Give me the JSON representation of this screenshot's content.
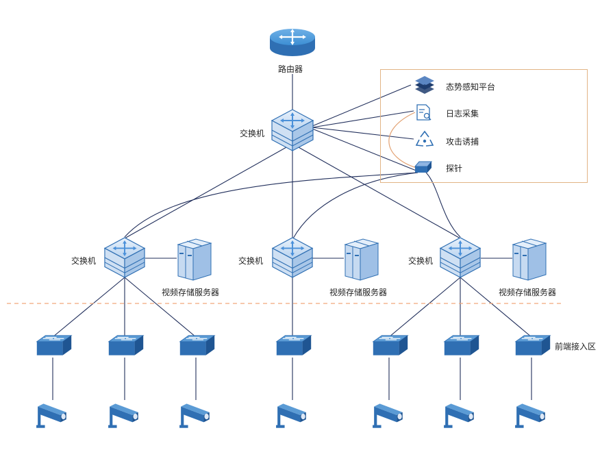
{
  "router": {
    "label": "路由器"
  },
  "core_switch": {
    "label": "交换机"
  },
  "access_groups": [
    {
      "switch_label": "交换机",
      "server_label": "视频存储服务器"
    },
    {
      "switch_label": "交换机",
      "server_label": "视频存储服务器"
    },
    {
      "switch_label": "交换机",
      "server_label": "视频存储服务器"
    }
  ],
  "security": {
    "items": [
      {
        "icon": "layers-icon",
        "label": "态势感知平台"
      },
      {
        "icon": "log-document-icon",
        "label": "日志采集"
      },
      {
        "icon": "recycle-trap-icon",
        "label": "攻击诱捕"
      },
      {
        "icon": "probe-device-icon",
        "label": "探针"
      }
    ],
    "border_color": "#e2b485"
  },
  "front_zone": {
    "label": "前端接入区"
  },
  "colors": {
    "device_blue": "#2f6fb3",
    "device_light": "#5b9bd5",
    "line": "#1f2d5a",
    "dashed_divider": "#f0a87a"
  }
}
